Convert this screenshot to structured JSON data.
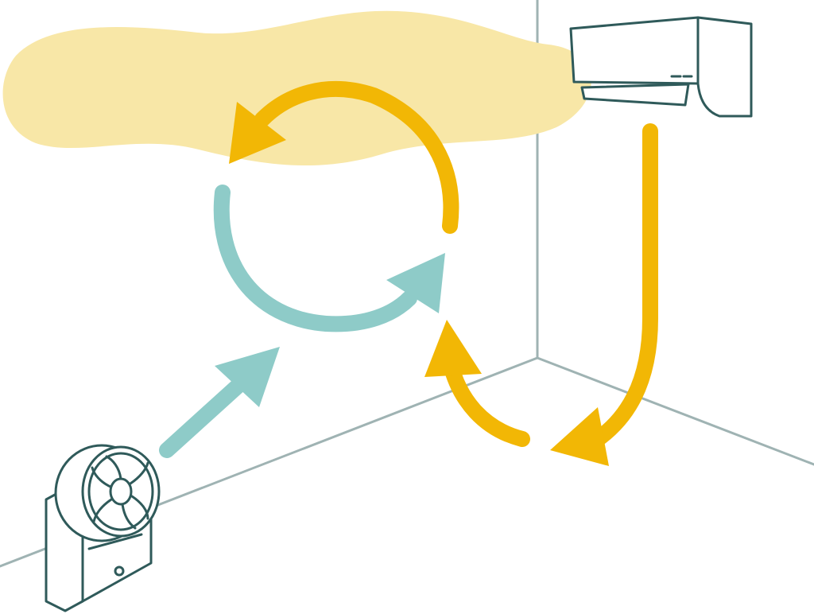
{
  "scene": {
    "description_items": [
      {
        "name": "warm-air-layer",
        "kind": "region"
      },
      {
        "name": "air-conditioner",
        "kind": "appliance"
      },
      {
        "name": "circulator-fan",
        "kind": "appliance"
      }
    ],
    "colors": {
      "warm_air": "#f8e7a7",
      "warm_arrow": "#f2b705",
      "cool_arrow": "#8ecbc8",
      "outline": "#2f5a5a",
      "wall_line": "#9fb3b3",
      "background": "#ffffff"
    },
    "arrows": [
      {
        "name": "cold-air-downflow-arrow",
        "color_role": "warm_arrow",
        "direction": "down"
      },
      {
        "name": "floor-return-arrow",
        "color_role": "warm_arrow",
        "direction": "up"
      },
      {
        "name": "upper-circulation-arrow",
        "color_role": "warm_arrow",
        "direction": "counterclockwise"
      },
      {
        "name": "lower-circulation-arrow",
        "color_role": "cool_arrow",
        "direction": "counterclockwise"
      },
      {
        "name": "fan-airflow-arrow",
        "color_role": "cool_arrow",
        "direction": "up-right"
      }
    ]
  }
}
